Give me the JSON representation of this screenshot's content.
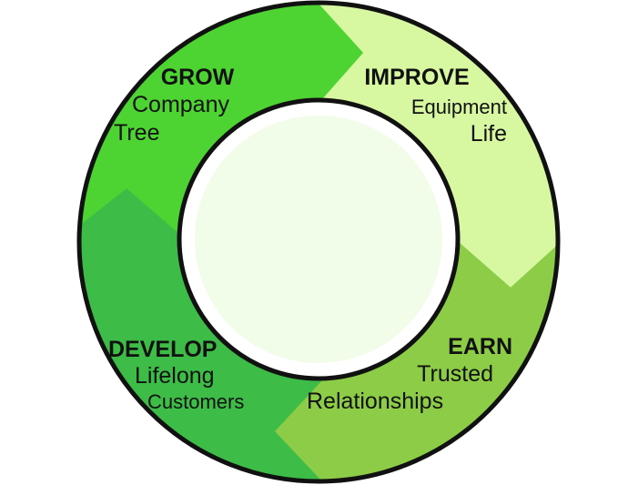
{
  "segments": [
    {
      "id": "grow",
      "title": "GROW",
      "line1": "Company",
      "line2": "Tree",
      "color": "#4dd432"
    },
    {
      "id": "improve",
      "title": "IMPROVE",
      "line1": "Equipment",
      "line2": "Life",
      "color": "#d7f8a1"
    },
    {
      "id": "earn",
      "title": "EARN",
      "line1": "Trusted",
      "line2": "Relationships",
      "color": "#8dcc46"
    },
    {
      "id": "develop",
      "title": "DEVELOP",
      "line1": "Lifelong",
      "line2": "Customers",
      "color": "#3dbd48"
    }
  ],
  "center_color": "#f1fce9"
}
